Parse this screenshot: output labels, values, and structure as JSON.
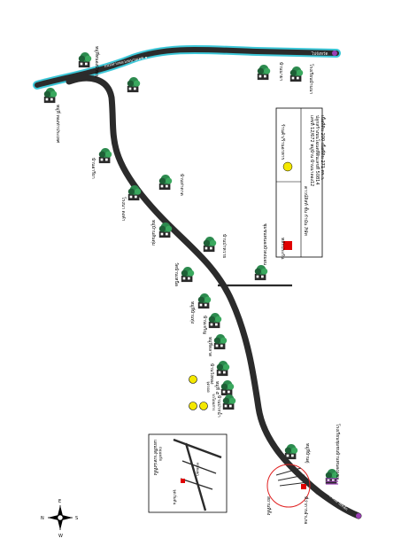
{
  "colors": {
    "road": "#2b2b2b",
    "highway_edge": "#3cc7d8",
    "legend_red": "#e00000",
    "legend_yellow": "#f4e800",
    "circle_red": "#e02020",
    "tree": "#2c8a4e"
  },
  "labels": {
    "village_top_right": "หมู่ที่หนองบัวบุญ",
    "village_right_upper": "บ้านนายา",
    "village_right_lower": "โรงเรียนบ้านนา",
    "village_top_left": "หมู่ที่ ทองท่าประเทศ",
    "village_left_a": "บ้านอารียา",
    "village_left_b": "โรงนา ดงคำ",
    "village_center_a": "บ้านท่าตาด",
    "village_center_b": "หมู่บ้านสันดุ่ม",
    "village_center_c": "บ้านป่าหวาย",
    "village_center_d": "วัดบ้านเหนือ",
    "village_center_e": "หมู่ที่บ้านทุ่ง",
    "village_center_f": "บ้านเจริญ",
    "village_center_g": "หมู่ที่ตลาด",
    "village_lower_a": "บ้านวังทอง",
    "village_lower_b": "หมู่ที่ ๕",
    "village_lower_c": "บ้านปากน้ำ",
    "village_side_road": "ชุมชนหนองบัวดงมอน",
    "village_bottom": "หมู่ที่บ้านดู่",
    "school_bottom": "โรงเรียนชุมชนบ้านหนองแขม",
    "red_circle_label": "สถานที่ตั้ง",
    "bottom_area": "ที่ว่าการอำเภอ",
    "highway_top": "ถนนทางหลวงหมายเลข ๑",
    "highway_end": "ไปจังหวัด",
    "road_mid": "ทางหลวง",
    "road_bottom": "ถนนสายหลัก",
    "yellow_marks_label": "จุดจอด",
    "yellow_marks_label2": "รถโดยสาร"
  },
  "inset": {
    "title": "แผนที่ตำแหน่งที่ตั้ง",
    "label_a": "ถนนหลัก",
    "label_b": "จุดเริ่มต้น",
    "label_c": "ทางแยก"
  },
  "legend": {
    "red_label": "หลักประกัน",
    "yellow_label": "ร้านค้า/ร้านอาหาร",
    "line1": "ดาวน์ลิสท์ ชั้น กำนัน ภิษัท",
    "line2": "เลขที่  12/672   หมู่บ้าน บ้านนาลอง12",
    "line3": "ปลูกสร้างบนโฉนดที่ดินเลขที่  50814",
    "line4": "เนื้อที่ดิน  200   เนื้อที่ดิน  271 ตร.ว."
  },
  "compass": {
    "north": "N",
    "south": "S",
    "west": "W",
    "east": "E"
  }
}
